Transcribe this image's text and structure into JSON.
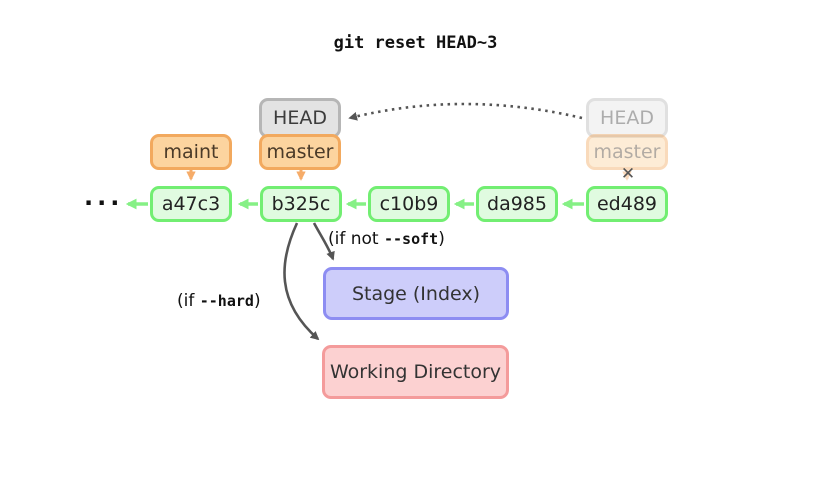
{
  "title": "git reset HEAD~3",
  "graph": {
    "ellipsis": "···",
    "commits": [
      {
        "id": "a47c3"
      },
      {
        "id": "b325c"
      },
      {
        "id": "c10b9"
      },
      {
        "id": "da985"
      },
      {
        "id": "ed489"
      }
    ],
    "refs": {
      "head": "HEAD",
      "master": "master",
      "maint": "maint",
      "old_head": "HEAD",
      "old_master": "master"
    },
    "detached_cross": "✕"
  },
  "annotations": {
    "soft": {
      "prefix": "(if not ",
      "code": "--soft",
      "suffix": ")"
    },
    "hard": {
      "prefix": "(if ",
      "code": "--hard",
      "suffix": ")"
    }
  },
  "targets": {
    "stage_label": "Stage (Index)",
    "working_dir_label": "Working Directory"
  },
  "colors": {
    "commit_green_border": "#72ee72",
    "commit_green_fill": "#e0fbe0",
    "arrow_green": "#85f085",
    "branch_orange_border": "#f2a95e",
    "branch_orange_fill": "#fcd49f",
    "arrow_orange": "#f6ac69",
    "head_gray_border": "#b6b6b6",
    "head_gray_fill": "#e3e3e3",
    "stage_purple_border": "#8d8df2",
    "stage_purple_fill": "#cdcdfa",
    "working_pink_border": "#f49b9b",
    "working_pink_fill": "#fcd1d1",
    "arrow_dark": "#555555"
  }
}
